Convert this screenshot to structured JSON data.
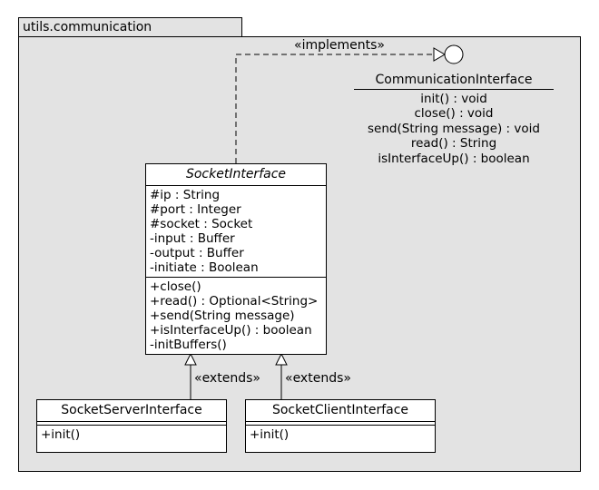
{
  "package": {
    "name": "utils.communication"
  },
  "interface": {
    "name": "CommunicationInterface",
    "operations": [
      "init() : void",
      "close() : void",
      "send(String message) : void",
      "read() : String",
      "isInterfaceUp() : boolean"
    ]
  },
  "classes": {
    "socket_interface": {
      "name": "SocketInterface",
      "attributes": [
        "#ip : String",
        "#port : Integer",
        "#socket : Socket",
        "-input : Buffer",
        "-output : Buffer",
        "-initiate : Boolean"
      ],
      "operations": [
        "+close()",
        "+read() : Optional<String>",
        "+send(String message)",
        "+isInterfaceUp() : boolean",
        "-initBuffers()"
      ]
    },
    "server": {
      "name": "SocketServerInterface",
      "operations": [
        "+init()"
      ]
    },
    "client": {
      "name": "SocketClientInterface",
      "operations": [
        "+init()"
      ]
    }
  },
  "relations": {
    "implements_label": "«implements»",
    "extends_server_label": "«extends»",
    "extends_client_label": "«extends»"
  }
}
